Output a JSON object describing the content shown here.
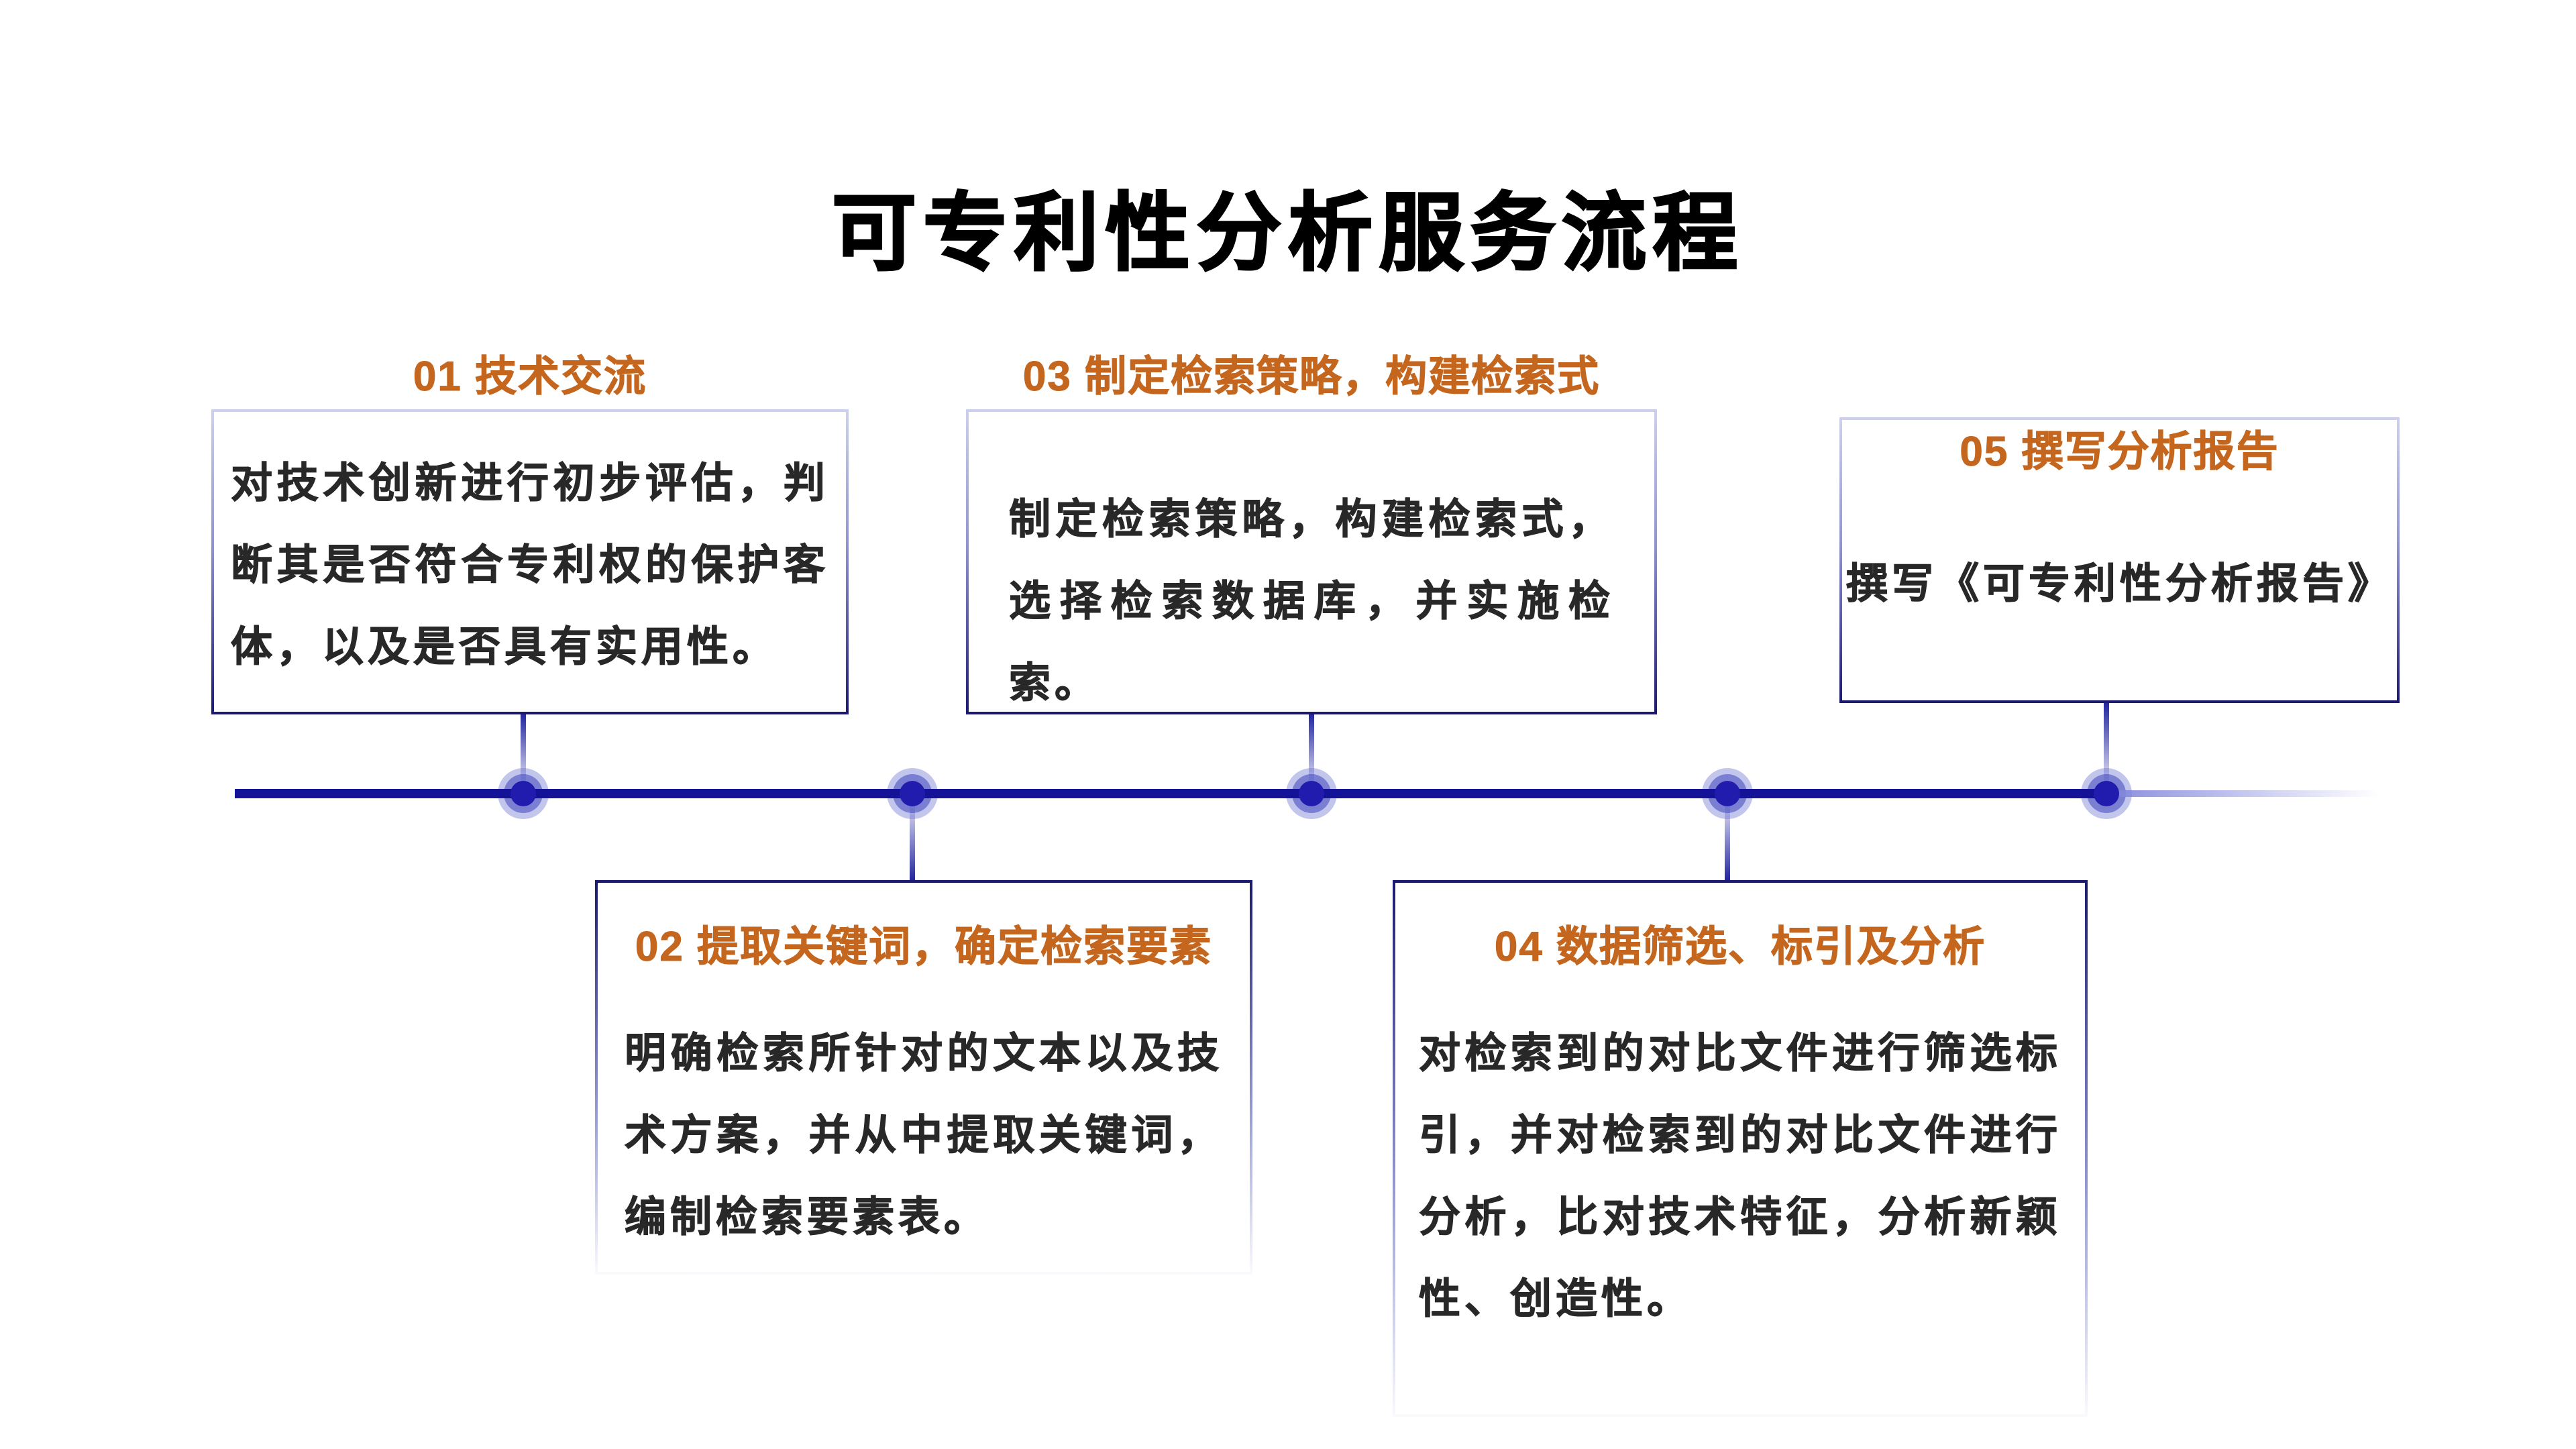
{
  "page": {
    "title": "可专利性分析服务流程"
  },
  "colors": {
    "accent_orange": "#C4661E",
    "timeline_navy": "#141397",
    "border_dark": "#1B1870",
    "border_light": "#C6CAE8",
    "node_core": "#221CAE",
    "body_text": "#282828"
  },
  "timeline": {
    "node_count": 5
  },
  "steps": [
    {
      "number": "01",
      "title": "01 技术交流",
      "body": "对技术创新进行初步评估，判断其是否符合专利权的保护客体，以及是否具有实用性。",
      "position": "above"
    },
    {
      "number": "02",
      "title": "02 提取关键词，确定检索要素",
      "body": "明确检索所针对的文本以及技术方案，并从中提取关键词，编制检索要素表。",
      "position": "below"
    },
    {
      "number": "03",
      "title": "03 制定检索策略，构建检索式",
      "body": "制定检索策略，构建检索式，选择检索数据库，并实施检索。",
      "position": "above"
    },
    {
      "number": "04",
      "title": "04 数据筛选、标引及分析",
      "body": "对检索到的对比文件进行筛选标引，并对检索到的对比文件进行分析，比对技术特征，分析新颖性、创造性。",
      "position": "below"
    },
    {
      "number": "05",
      "title": "05 撰写分析报告",
      "body": "撰写《可专利性分析报告》",
      "position": "above"
    }
  ]
}
